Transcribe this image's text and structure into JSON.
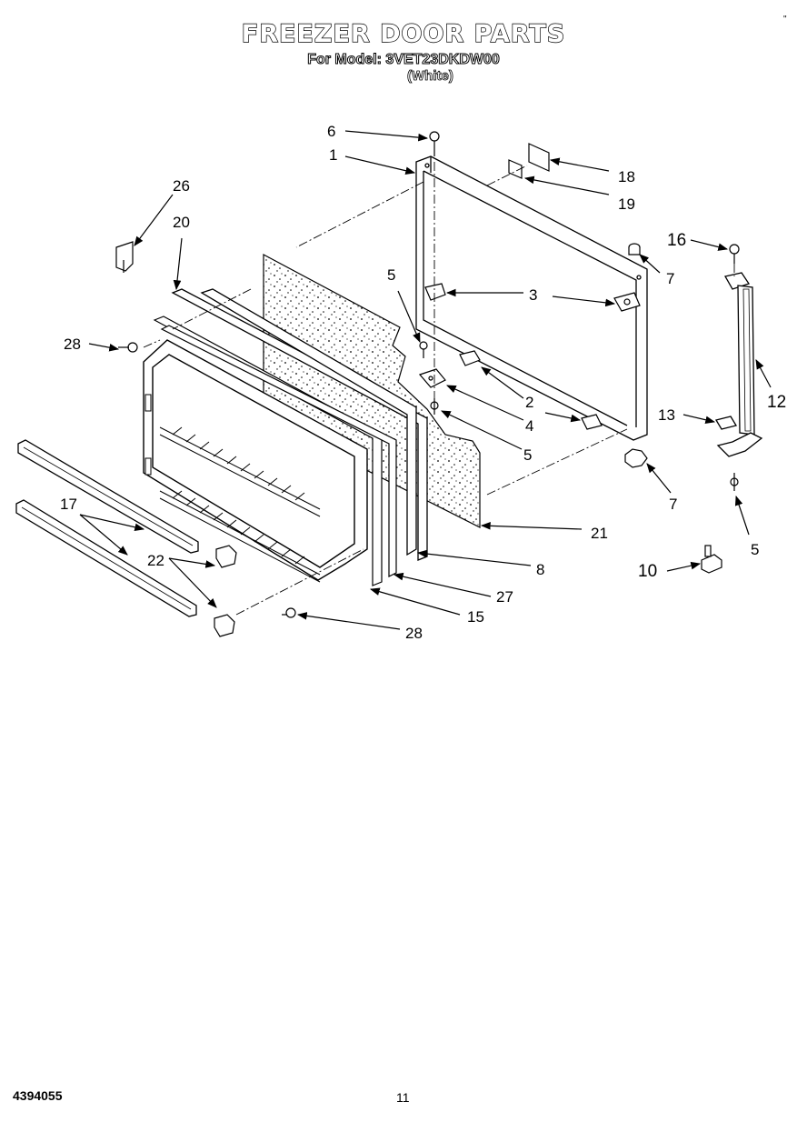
{
  "header": {
    "title": "FREEZER DOOR PARTS",
    "model_line": "For Model: 3VET23DKDW00",
    "color_note": "(White)"
  },
  "corner_mark": "\"",
  "footer": {
    "doc_number": "4394055",
    "page_number": "11"
  },
  "callouts": [
    {
      "num": "6"
    },
    {
      "num": "1"
    },
    {
      "num": "18"
    },
    {
      "num": "19"
    },
    {
      "num": "26"
    },
    {
      "num": "20"
    },
    {
      "num": "16"
    },
    {
      "num": "7"
    },
    {
      "num": "5"
    },
    {
      "num": "3"
    },
    {
      "num": "28"
    },
    {
      "num": "2"
    },
    {
      "num": "4"
    },
    {
      "num": "5"
    },
    {
      "num": "13"
    },
    {
      "num": "12"
    },
    {
      "num": "7"
    },
    {
      "num": "5"
    },
    {
      "num": "21"
    },
    {
      "num": "17"
    },
    {
      "num": "22"
    },
    {
      "num": "8"
    },
    {
      "num": "10"
    },
    {
      "num": "27"
    },
    {
      "num": "15"
    },
    {
      "num": "28"
    }
  ]
}
